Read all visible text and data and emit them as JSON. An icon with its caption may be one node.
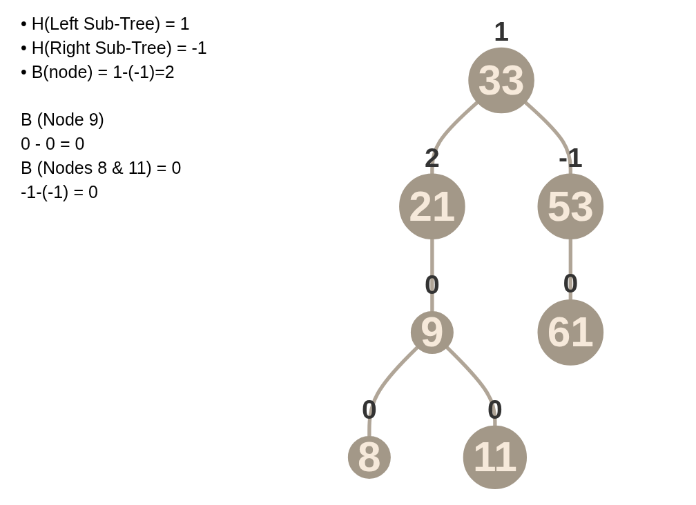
{
  "diagram": {
    "nodes": [
      {
        "text": [
          "33"
        ],
        "beside": [
          "1"
        ]
      },
      {
        "text": [
          "21"
        ],
        "beside": [
          "2"
        ]
      },
      {
        "text": [
          "53"
        ],
        "beside": [
          "-1"
        ]
      },
      {
        "text": [
          "9"
        ],
        "beside": [
          "0"
        ]
      },
      {
        "text": [
          "61"
        ],
        "beside": [
          "0"
        ]
      },
      {
        "text": [
          "8"
        ],
        "beside": [
          "0"
        ]
      },
      {
        "text": [
          "11"
        ],
        "beside": [
          "0"
        ]
      }
    ],
    "edges": [
      {
        "from": 0,
        "to": 1,
        "arrow": "none"
      },
      {
        "from": 0,
        "to": 2,
        "arrow": "none"
      },
      {
        "from": 1,
        "to": 3,
        "arrow": "none"
      },
      {
        "from": 2,
        "to": 4,
        "arrow": "none"
      },
      {
        "from": 3,
        "to": 5,
        "arrow": "none"
      },
      {
        "from": 3,
        "to": 6,
        "arrow": "none"
      }
    ],
    "labels": [
      "• H(Left Sub-Tree) = 1",
      "• H(Right Sub-Tree) = -1",
      "• B(node) = 1-(-1)=2",
      "B (Node 9)",
      "0 - 0 = 0",
      "B (Nodes 8 & 11) = 0",
      "-1-(-1) = 0"
    ]
  }
}
